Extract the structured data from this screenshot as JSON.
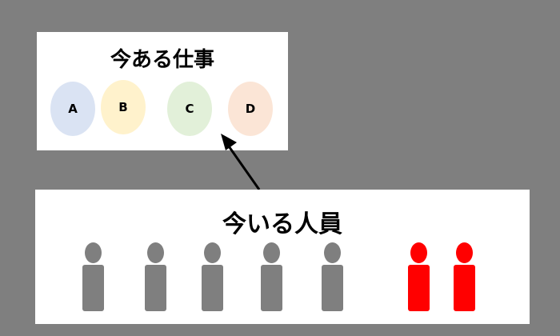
{
  "jobs": {
    "title": "今ある仕事",
    "items": [
      {
        "label": "A",
        "color": "#dae3f3"
      },
      {
        "label": "B",
        "color": "#fff2cc"
      },
      {
        "label": "C",
        "color": "#e2f0d9"
      },
      {
        "label": "D",
        "color": "#fbe5d6"
      }
    ]
  },
  "staff": {
    "title": "今いる人員",
    "people": [
      {
        "color": "#7f7f7f"
      },
      {
        "color": "#7f7f7f"
      },
      {
        "color": "#7f7f7f"
      },
      {
        "color": "#7f7f7f"
      },
      {
        "color": "#7f7f7f"
      },
      {
        "color": "#ff0000"
      },
      {
        "color": "#ff0000"
      }
    ]
  }
}
